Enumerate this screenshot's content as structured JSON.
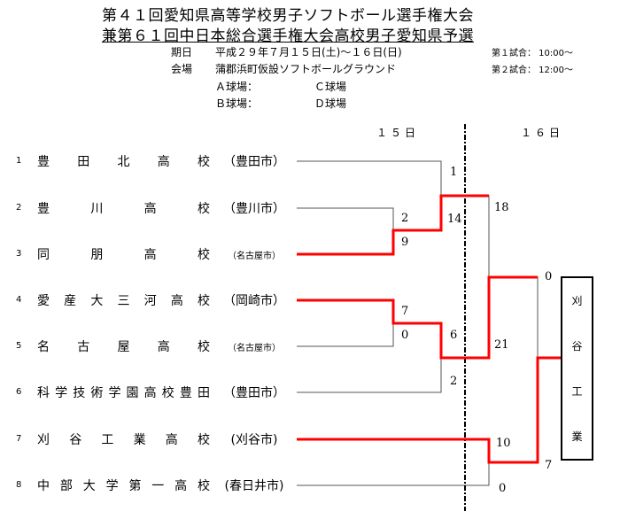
{
  "title": {
    "line1": "第４１回愛知県高等学校男子ソフトボール選手権大会",
    "line2": "兼第６１回中日本総合選手権大会高校男子愛知県予選"
  },
  "info": {
    "date_label": "期日",
    "date_value": "平成２９年７月１５日(土)～１６日(日)",
    "venue_label": "会場",
    "venue_value": "蒲郡浜町仮設ソフトボールグラウンド",
    "field_a": "Ａ球場：",
    "field_c": "Ｃ球場",
    "field_b": "Ｂ球場：",
    "field_d": "Ｄ球場",
    "game1": "第１試合： 10:00～",
    "game2": "第２試合： 12:00～"
  },
  "days": {
    "day1": "１５日",
    "day2": "１６日"
  },
  "teams": [
    {
      "seed": "1",
      "name": "豊田北高校",
      "city": "（豊田市）"
    },
    {
      "seed": "2",
      "name": "豊川高校",
      "city": "（豊川市）"
    },
    {
      "seed": "3",
      "name": "同朋高校",
      "city": "（名古屋市）"
    },
    {
      "seed": "4",
      "name": "愛産大三河高校",
      "city": "（岡崎市）"
    },
    {
      "seed": "5",
      "name": "名古屋高校",
      "city": "（名古屋市）"
    },
    {
      "seed": "6",
      "name": "科学技術学園高校豊田",
      "city": "（豊田市）"
    },
    {
      "seed": "7",
      "name": "刈谷工業高校",
      "city": "(刈谷市)"
    },
    {
      "seed": "8",
      "name": "中部大学第一高校",
      "city": "(春日井市)"
    }
  ],
  "scores": {
    "r1_team2": "2",
    "r1_team3": "9",
    "r1_team4": "7",
    "r1_team5": "0",
    "qf_team1": "1",
    "qf_w23": "14",
    "qf_w45": "6",
    "qf_team6": "2",
    "sf_top": "18",
    "sf_bottom": "21",
    "sf_team7": "10",
    "sf_team8": "0",
    "final_top": "0",
    "final_bottom": "7"
  },
  "champion": [
    "刈",
    "谷",
    "工",
    "業"
  ],
  "colors": {
    "win_line": "#ff0000",
    "line": "#000000"
  }
}
